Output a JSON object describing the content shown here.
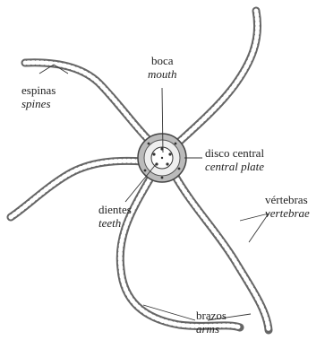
{
  "labels": {
    "mouth": {
      "es": "boca",
      "en": "mouth"
    },
    "spines": {
      "es": "espinas",
      "en": "spines"
    },
    "central_plate": {
      "es": "disco central",
      "en": "central plate"
    },
    "teeth": {
      "es": "dientes",
      "en": "teeth"
    },
    "vertebrae": {
      "es": "vértebras",
      "en": "vertebrae"
    },
    "arms": {
      "es": "brazos",
      "en": "arms"
    }
  }
}
